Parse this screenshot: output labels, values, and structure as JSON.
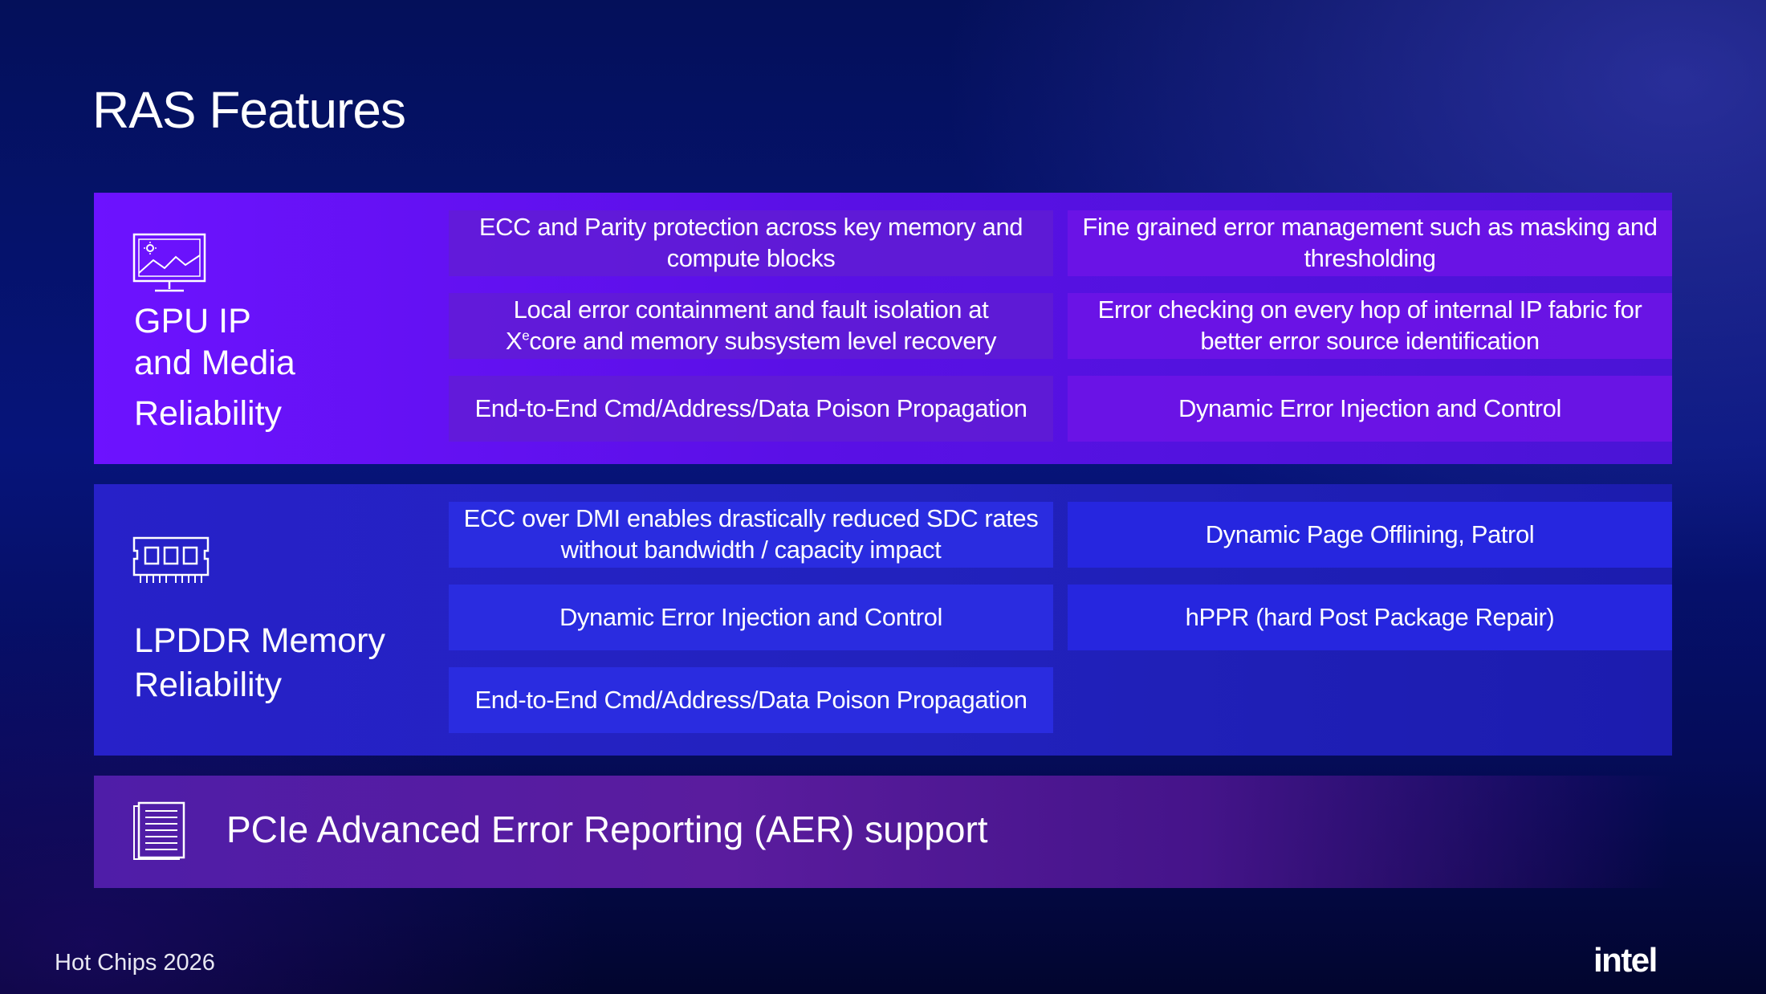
{
  "title": "RAS Features",
  "gpu": {
    "label_line1": "GPU IP",
    "label_line2": "and Media",
    "label_line3": "Reliability",
    "icon": "monitor-image-icon",
    "cells": [
      "ECC and Parity protection across key memory and compute blocks",
      "Fine grained error management such as masking and thresholding",
      "core and memory subsystem level  recovery",
      "Error checking on every hop of internal IP fabric for better error source identification",
      "End-to-End Cmd/Address/Data Poison Propagation",
      "Dynamic Error Injection and Control"
    ],
    "cell3_line1": "Local error containment and fault isolation at",
    "cell3_xe_base": "X",
    "cell3_xe_sup": "e"
  },
  "memory": {
    "label_line1": "LPDDR Memory",
    "label_line2": "Reliability",
    "icon": "memory-module-icon",
    "cells": [
      "ECC over DMI enables drastically reduced SDC rates without bandwidth / capacity impact",
      "Dynamic Page Offlining, Patrol",
      "Dynamic Error Injection and Control",
      "hPPR (hard Post Package Repair)",
      "End-to-End Cmd/Address/Data Poison Propagation"
    ]
  },
  "pcie": {
    "label": "PCIe Advanced Error Reporting (AER) support",
    "icon": "document-icon"
  },
  "footer": "Hot Chips 2026",
  "logo": "intel"
}
